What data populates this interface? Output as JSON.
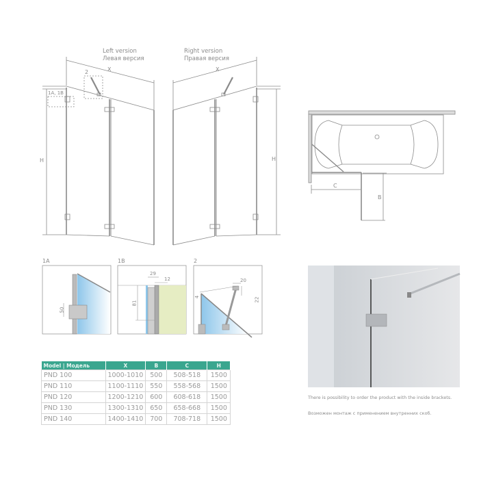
{
  "left_version": {
    "en": "Left version",
    "ru": "Левая версия",
    "dim_x": "X",
    "dim_h": "H",
    "callout_detail": "2",
    "callout_brackets": "1A, 1B"
  },
  "right_version": {
    "en": "Right version",
    "ru": "Правая версия",
    "dim_x": "X",
    "dim_h": "H"
  },
  "plan": {
    "dim_c": "C",
    "dim_b": "B"
  },
  "details": [
    {
      "label": "1A",
      "dims": [
        "50"
      ]
    },
    {
      "label": "1B",
      "dims": [
        "29",
        "12",
        "81"
      ]
    },
    {
      "label": "2",
      "dims": [
        "20",
        "4",
        "22"
      ]
    }
  ],
  "table": {
    "headers": [
      "Model | Модель",
      "X",
      "B",
      "C",
      "H"
    ],
    "rows": [
      [
        "PND 100",
        "1000-1010",
        "500",
        "508-518",
        "1500"
      ],
      [
        "PND 110",
        "1100-1110",
        "550",
        "558-568",
        "1500"
      ],
      [
        "PND 120",
        "1200-1210",
        "600",
        "608-618",
        "1500"
      ],
      [
        "PND 130",
        "1300-1310",
        "650",
        "658-668",
        "1500"
      ],
      [
        "PND 140",
        "1400-1410",
        "700",
        "708-718",
        "1500"
      ]
    ],
    "header_color": "#3aa68f"
  },
  "notes": {
    "en": "There is possibility to order the product with the inside brackets.",
    "ru": "Возможен монтаж с применением внутренних скоб."
  }
}
